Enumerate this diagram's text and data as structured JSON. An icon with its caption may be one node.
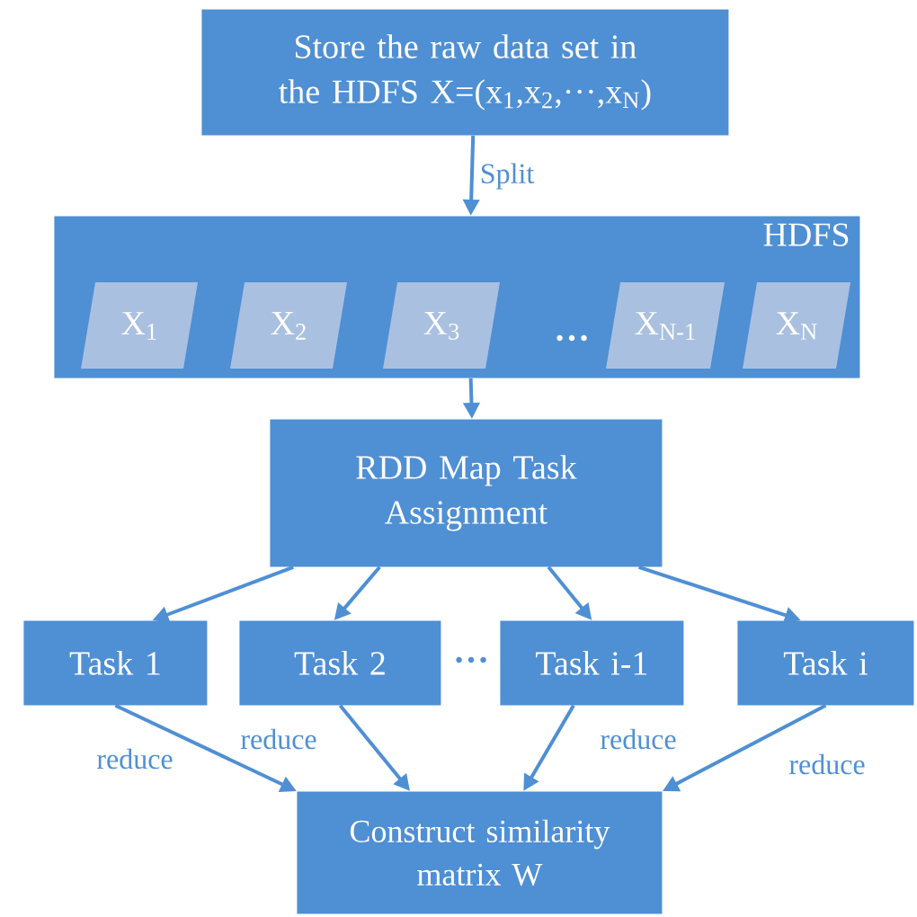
{
  "diagram": {
    "nodes": [
      {
        "text": [
          "Store the raw data set in the HDFS X=(x$_{1}$,x$_{2}$,···,x$_{N}$)"
        ]
      },
      {
        "text": [
          "HDFS"
        ]
      },
      {
        "text": [
          "X$_{1}$"
        ],
        "in": 1
      },
      {
        "text": [
          "X$_{2}$"
        ],
        "in": 1
      },
      {
        "text": [
          "X$_{3}$"
        ],
        "in": 1
      },
      {
        "text": [
          "X$_{N-1}$"
        ],
        "in": 1
      },
      {
        "text": [
          "X$_{N}$"
        ],
        "in": 1
      },
      {
        "text": [
          "RDD Map Task Assignment"
        ]
      },
      {
        "text": [
          "Task 1"
        ]
      },
      {
        "text": [
          "Task 2"
        ]
      },
      {
        "text": [
          "Task i-1"
        ]
      },
      {
        "text": [
          "Task i"
        ]
      },
      {
        "text": [
          "Construct similarity matrix W"
        ]
      }
    ],
    "edges": [
      {
        "from": 0,
        "to": 1,
        "arrow": "to",
        "label": "Split"
      },
      {
        "from": 1,
        "to": 7,
        "arrow": "to"
      },
      {
        "from": 7,
        "to": 8,
        "arrow": "to"
      },
      {
        "from": 7,
        "to": 9,
        "arrow": "to"
      },
      {
        "from": 7,
        "to": 10,
        "arrow": "to"
      },
      {
        "from": 7,
        "to": 11,
        "arrow": "to"
      },
      {
        "from": 8,
        "to": 12,
        "arrow": "to",
        "label": "reduce"
      },
      {
        "from": 9,
        "to": 12,
        "arrow": "to",
        "label": "reduce"
      },
      {
        "from": 10,
        "to": 12,
        "arrow": "to",
        "label": "reduce"
      },
      {
        "from": 11,
        "to": 12,
        "arrow": "to",
        "label": "reduce"
      }
    ],
    "labels": [
      "…",
      "…"
    ]
  }
}
